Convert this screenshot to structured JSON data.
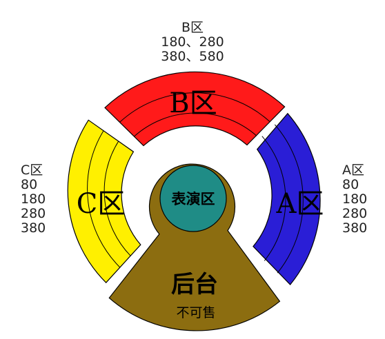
{
  "zones": {
    "b": {
      "label": "B区",
      "color": "#ff1a1a",
      "prices_heading": "B区",
      "prices": [
        "180、280",
        "380、580"
      ]
    },
    "a": {
      "label": "A区",
      "color": "#2a1ed6",
      "prices_heading": "A区",
      "prices": [
        "80",
        "180",
        "280",
        "380"
      ]
    },
    "c": {
      "label": "C区",
      "color": "#fff000",
      "prices_heading": "C区",
      "prices": [
        "80",
        "180",
        "280",
        "380"
      ]
    }
  },
  "stage": {
    "label": "表演区",
    "color": "#1f8c86",
    "ring_color": "#8c6d10"
  },
  "backstage": {
    "label": "后台",
    "note": "不可售",
    "color": "#8c6d10"
  },
  "outline_color": "#000000"
}
